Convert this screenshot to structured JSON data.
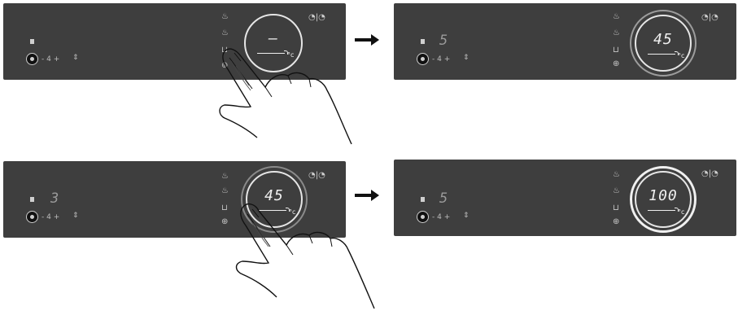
{
  "panels": [
    {
      "id": "top-left",
      "level": "",
      "level_scale": "- 4 +",
      "display": "–",
      "unit": "°c",
      "timer": "◔|◔"
    },
    {
      "id": "top-right",
      "level": "5",
      "level_scale": "- 4 +",
      "display": "45",
      "unit": "°c",
      "timer": "◔|◔"
    },
    {
      "id": "bottom-left",
      "level": "3",
      "level_scale": "- 4 +",
      "display": "45",
      "unit": "°c",
      "timer": "◔|◔"
    },
    {
      "id": "bottom-right",
      "level": "5",
      "level_scale": "- 4 +",
      "display": "100",
      "unit": "°c",
      "timer": "◔|◔"
    }
  ],
  "icons": [
    "hob-wave-icon",
    "steam-icon",
    "pot-icon",
    "plus-circle-icon",
    "timer-icon",
    "power-knob-icon",
    "hand-pointer-icon",
    "arrow-right-icon"
  ],
  "colors": {
    "panel": "#3e3e3e",
    "segment": "#d8d8d8",
    "arrow": "#111111"
  }
}
